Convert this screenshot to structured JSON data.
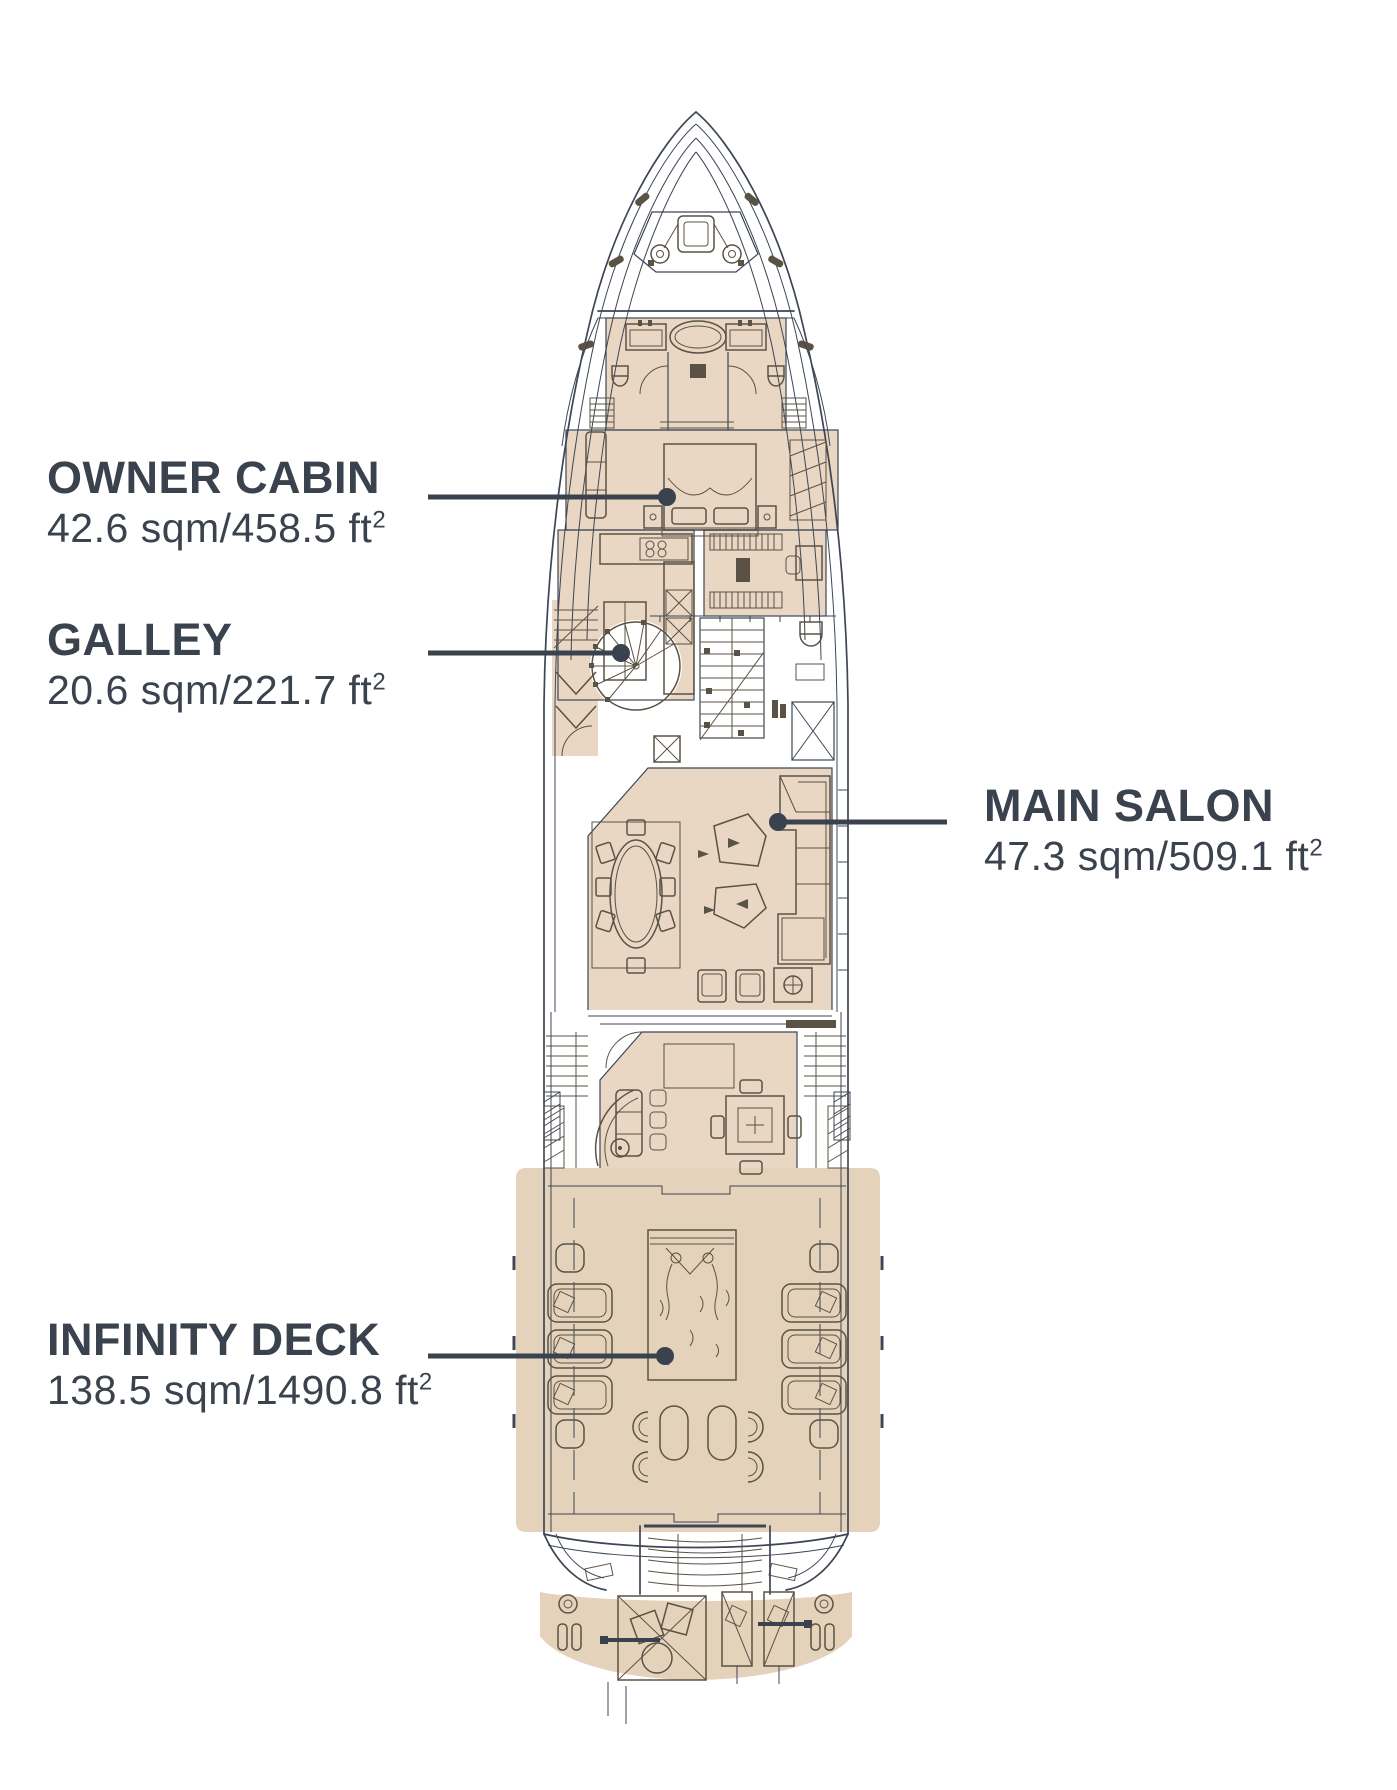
{
  "theme": {
    "page_bg": "#ffffff",
    "text_color": "#39424d",
    "leader_color": "#39424d",
    "hull_line": "#3d4654",
    "furn_line": "#5a5244",
    "room_fill": "#e9d6c3",
    "deck_fill": "#e5d2bb"
  },
  "labels": {
    "owner_cabin": {
      "title": "OWNER CABIN",
      "area": "42.6 sqm/458.5 ft",
      "sup": "2"
    },
    "galley": {
      "title": "GALLEY",
      "area": "20.6 sqm/221.7 ft",
      "sup": "2"
    },
    "main_salon": {
      "title": "MAIN SALON",
      "area": "47.3 sqm/509.1 ft",
      "sup": "2"
    },
    "infinity_deck": {
      "title": "INFINITY DECK",
      "area": "138.5 sqm/1490.8 ft",
      "sup": "2"
    }
  },
  "diagram": {
    "type": "yacht-deck-plan",
    "orientation": "bow-up",
    "rooms": [
      {
        "name": "OWNER CABIN",
        "sqm": 42.6,
        "sqft": 458.5
      },
      {
        "name": "GALLEY",
        "sqm": 20.6,
        "sqft": 221.7
      },
      {
        "name": "MAIN SALON",
        "sqm": 47.3,
        "sqft": 509.1
      },
      {
        "name": "INFINITY DECK",
        "sqm": 138.5,
        "sqft": 1490.8
      }
    ],
    "features": [
      "foredeck-anchor-windlass",
      "owner-bathroom",
      "owner-bed",
      "walk-in-closet",
      "spiral-staircase",
      "main-staircase",
      "elevator",
      "day-head",
      "dining-table-8-seats",
      "l-shaped-sofa",
      "coffee-tables",
      "armchairs",
      "aft-lounge-bar",
      "game-table",
      "side-stairs",
      "pool-jacuzzi",
      "sun-loungers",
      "deck-seating",
      "stern-stairs",
      "swim-platform-sunpads"
    ]
  }
}
